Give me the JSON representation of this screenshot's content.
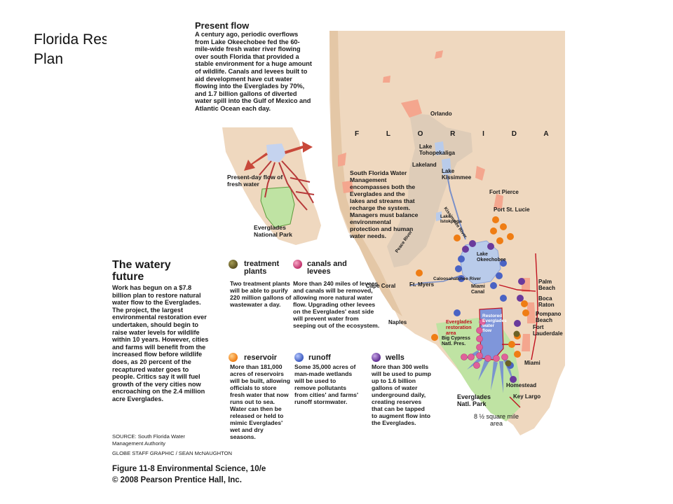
{
  "slide": {
    "title": "Florida Restoration\nPlan"
  },
  "figure": {
    "present_flow": {
      "heading": "Present flow",
      "body": "A century ago, periodic overflows from Lake Okeechobee fed the 60-mile-wide fresh water river flowing over south Florida that provided a stable environment for a huge amount of wildlife. Canals and levees built to aid development have cut water flowing into the Everglades by 70%, and 1.7 billion gallons of diverted water spill into the Gulf of Mexico and Atlantic Ocean each day."
    },
    "inset_map": {
      "flow_label": "Present-day flow of fresh water",
      "park_label": "Everglades National Park"
    },
    "watery_future": {
      "heading": "The watery future",
      "body": "Work has begun on a $7.8 billion plan to restore natural water flow to the Everglades. The project, the largest environmental restoration ever undertaken, should begin to raise water levels for wildlife within 10 years. However, cities and farms will benefit from the increased flow before wildlife does, as 20 percent of the recaptured water goes to people. Critics say it will fuel growth of the very cities now encroaching on the 2.4 million acre Everglades."
    },
    "sfwmd_note": "South Florida Water Management encompasses both the Everglades and the lakes and streams that recharge the system. Managers must balance environmental protection and human water needs.",
    "legend": [
      {
        "title": "treatment plants",
        "color": "#6b6128",
        "text": "Two treatment plants will be able to purify 220 million gallons of wastewater a day."
      },
      {
        "title": "canals and levees",
        "color": "#d2487e",
        "text": "More than 240 miles of levees and canals will be removed, allowing more natural water flow. Upgrading other levees on the Everglades' east side will prevent water from seeping out of the ecosystem."
      },
      {
        "title": "reservoir",
        "color": "#f08a1c",
        "text": "More than 181,000 acres of reservoirs will be built, allowing officials to store fresh water that now runs out to sea. Water can then be released or held to mimic Everglades' wet and dry seasons."
      },
      {
        "title": "runoff",
        "color": "#4a63c4",
        "text": "Some 35,000 acres of man-made wetlands will be used to remove pollutants from cities' and farms' runoff stormwater."
      },
      {
        "title": "wells",
        "color": "#6a3a9c",
        "text": "More than 300 wells will be used to pump up to 1.6 billion gallons of water underground daily, creating reserves that can be tapped to augment flow into the Everglades."
      }
    ],
    "source": "SOURCE: South Florida Water Management Authority",
    "credit": "GLOBE STAFF GRAPHIC / SEAN McNAUGHTON",
    "caption_line1": "Figure 11-8 Environmental Science, 10/e",
    "caption_line2": "© 2008 Pearson Prentice Hall, Inc.",
    "map_labels": {
      "state": "F L O R I D A",
      "orlando": "Orlando",
      "lake_tohopekaliga": "Lake Tohopekaliga",
      "lakeland": "Lakeland",
      "lake_kissimmee": "Lake Kissimmee",
      "fort_pierce": "Fort Pierce",
      "port_st_lucie": "Port St. Lucie",
      "kissimmee_river": "Kissimmee River",
      "lake_istokpoga": "Lake Istokpoga",
      "peace_river": "Peace River",
      "lake_okeechobee": "Lake Okeechobee",
      "caloosahatchee_river": "Caloosahatchee River",
      "cape_coral": "Cape Coral",
      "ft_myers": "Ft. Myers",
      "miami_canal": "Miami Canal",
      "palm_beach": "Palm Beach",
      "boca_raton": "Boca Raton",
      "pompano_beach": "Pompano Beach",
      "fort_lauderdale": "Fort Lauderdale",
      "naples": "Naples",
      "everglades_restoration_area": "Everglades restoration area",
      "restored_everglades_water_flow": "Restored Everglades water flow",
      "big_cypress": "Big Cypress Natl. Pres.",
      "miami": "Miami",
      "homestead": "Homestead",
      "everglades_natl_park": "Everglades Natl. Park",
      "key_largo": "Key Largo",
      "square_mile_area": "8 ½ square mile area"
    },
    "colors": {
      "land": "#efd8bf",
      "urban": "#f4a68e",
      "water": "#b9cbea",
      "park": "#bfe3a3",
      "levee": "#c1121f",
      "runoff_fan": "#6f87d6"
    }
  }
}
